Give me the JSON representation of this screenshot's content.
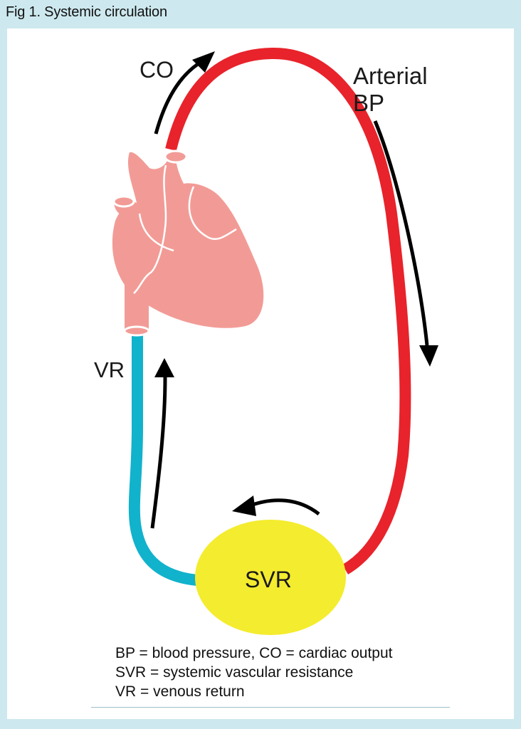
{
  "figure": {
    "title": "Fig 1. Systemic circulation"
  },
  "labels": {
    "co": "CO",
    "arterial_line1": "Arterial",
    "arterial_line2": "BP",
    "vr": "VR",
    "svr": "SVR"
  },
  "legend": [
    "BP = blood pressure, CO = cardiac output",
    "SVR = systemic vascular resistance",
    "VR = venous return"
  ],
  "colors": {
    "arterial": "#e8232b",
    "venous": "#11b2cc",
    "heart": "#f29b96",
    "svr": "#f4ec2e",
    "arrow": "#000000",
    "background": "#cde9ef",
    "panel": "#ffffff"
  }
}
